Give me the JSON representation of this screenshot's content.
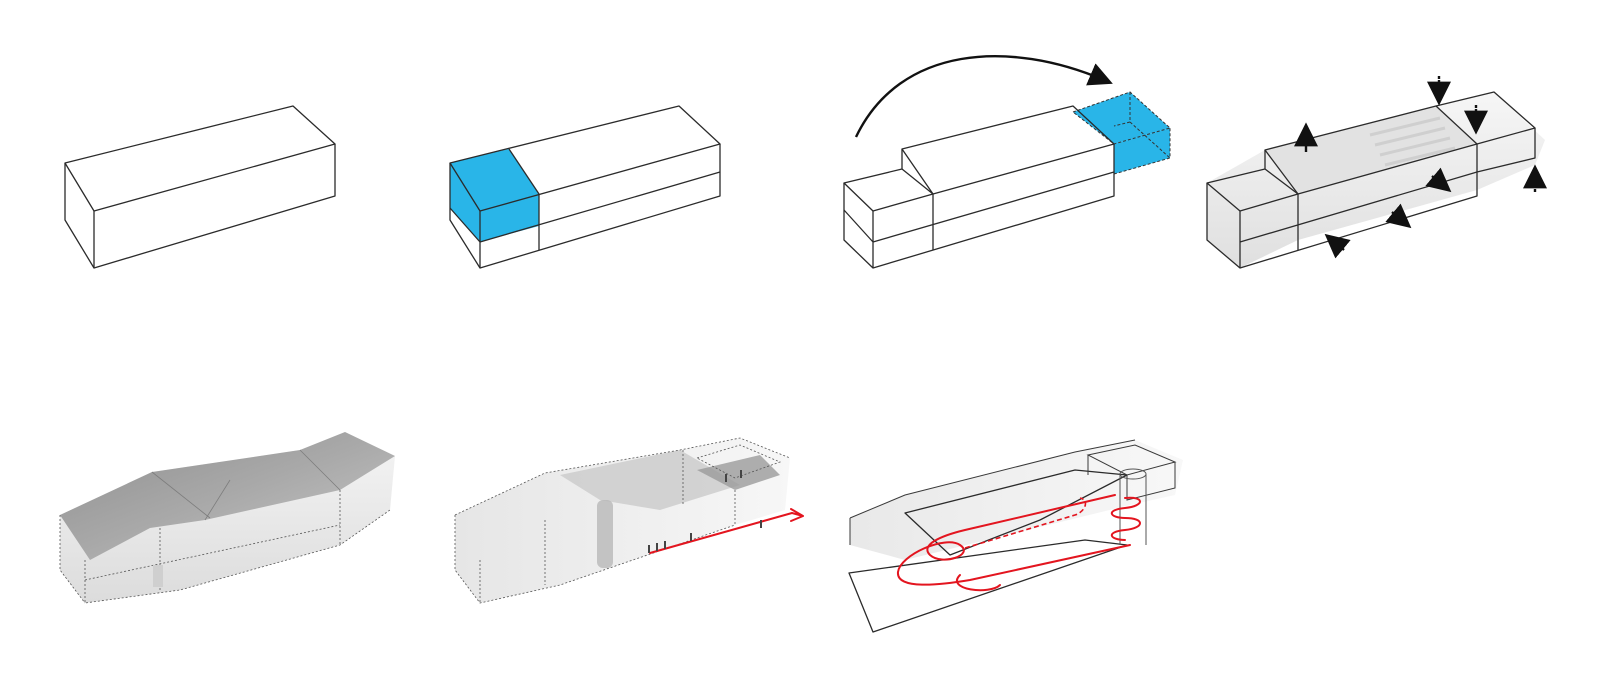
{
  "diagram": {
    "steps": [
      {
        "id": "step-1",
        "name": "base-volume"
      },
      {
        "id": "step-2",
        "name": "highlighted-module"
      },
      {
        "id": "step-3",
        "name": "module-shift"
      },
      {
        "id": "step-4",
        "name": "surface-deformation"
      },
      {
        "id": "step-5",
        "name": "sculpted-envelope"
      },
      {
        "id": "step-6",
        "name": "visitor-entry-route"
      },
      {
        "id": "step-7",
        "name": "circulation-loop"
      }
    ],
    "colors": {
      "line": "#2b2b2b",
      "highlight": "#29b5e8",
      "route": "#e3151f",
      "shade_light": "#ececec",
      "shade_mid": "#bdbdbd",
      "shade_dark": "#9a9a9a"
    }
  }
}
